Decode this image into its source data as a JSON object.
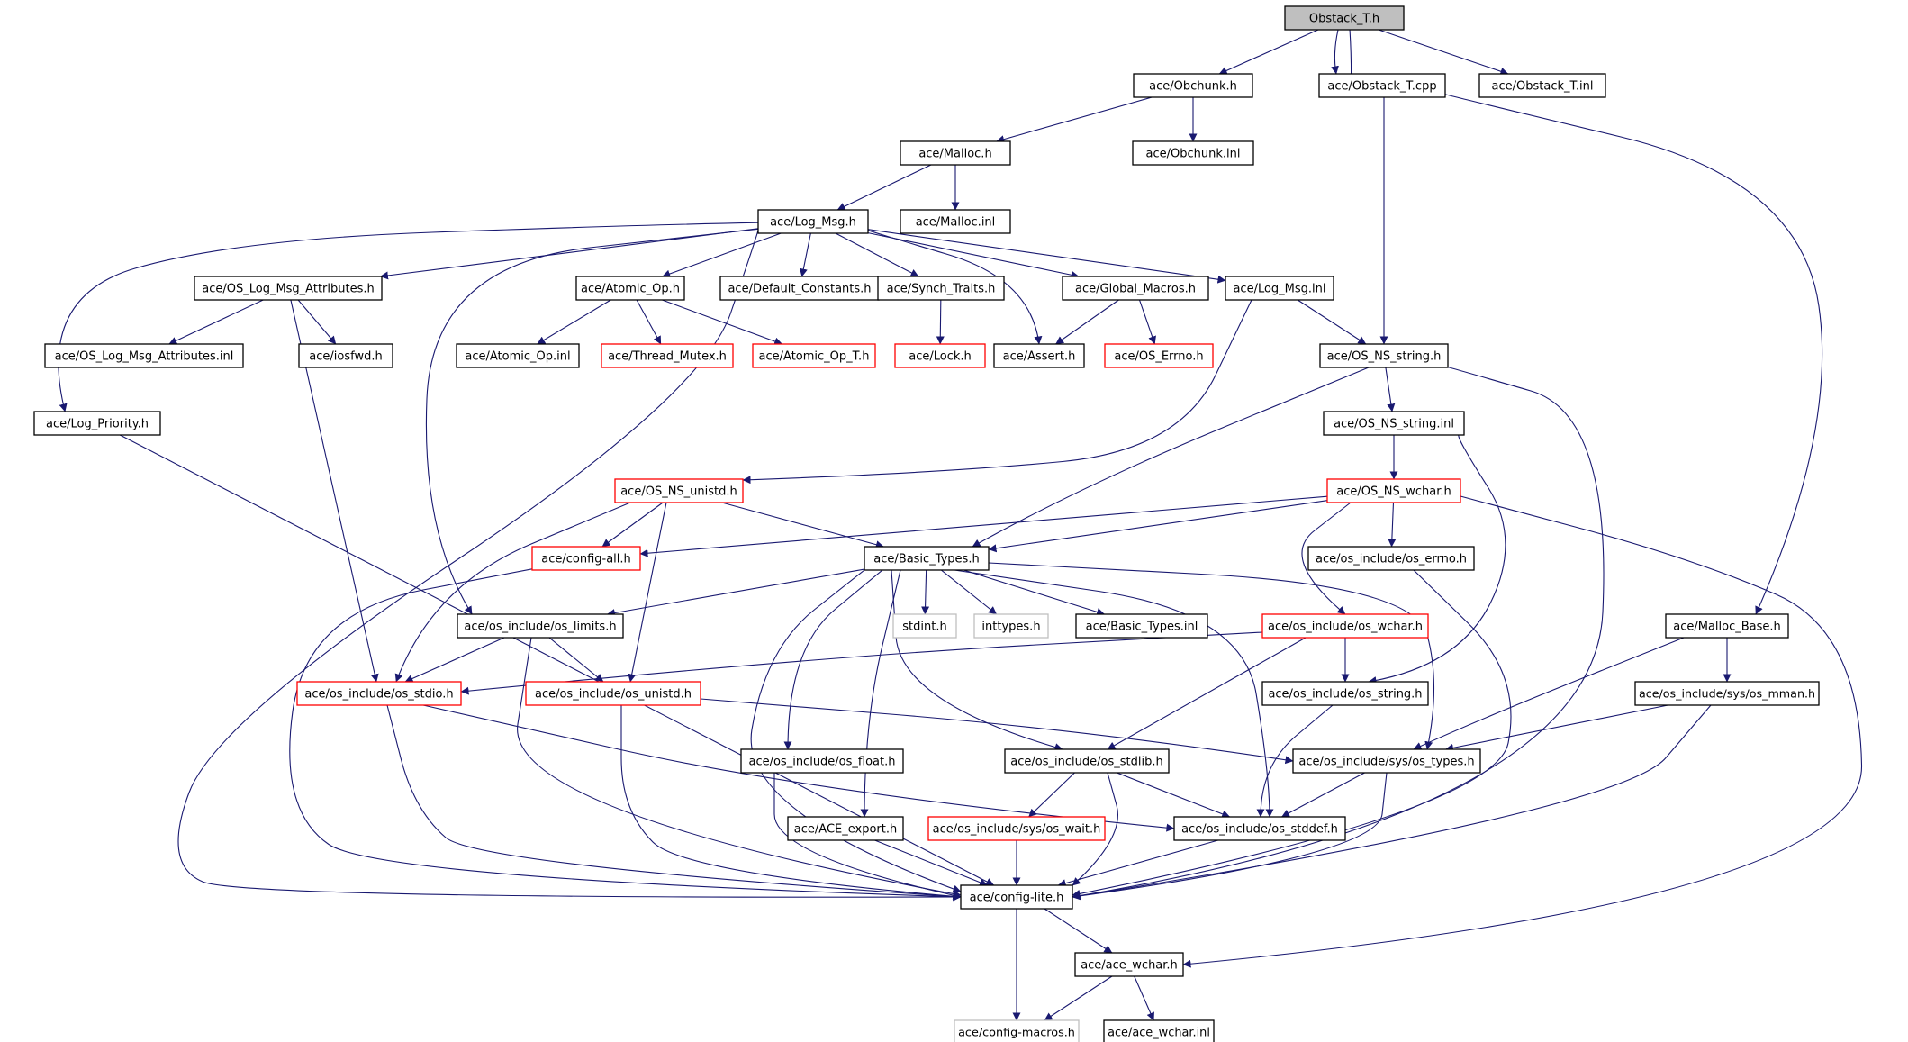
{
  "colors": {
    "edge": "#191970",
    "border_normal": "#000000",
    "border_truncated": "#ff0000",
    "border_external": "#bfbfbf",
    "fill_root": "#bfbfbf",
    "fill_default": "#ffffff"
  },
  "nodes": [
    {
      "id": "obstack_t_h",
      "label": "Obstack_T.h",
      "kind": "root"
    },
    {
      "id": "obchunk_h",
      "label": "ace/Obchunk.h",
      "kind": "normal"
    },
    {
      "id": "obstack_t_cpp",
      "label": "ace/Obstack_T.cpp",
      "kind": "normal"
    },
    {
      "id": "obstack_t_inl",
      "label": "ace/Obstack_T.inl",
      "kind": "normal"
    },
    {
      "id": "malloc_h",
      "label": "ace/Malloc.h",
      "kind": "normal"
    },
    {
      "id": "obchunk_inl",
      "label": "ace/Obchunk.inl",
      "kind": "normal"
    },
    {
      "id": "log_msg_h",
      "label": "ace/Log_Msg.h",
      "kind": "normal"
    },
    {
      "id": "malloc_inl",
      "label": "ace/Malloc.inl",
      "kind": "normal"
    },
    {
      "id": "os_log_msg_attributes_h",
      "label": "ace/OS_Log_Msg_Attributes.h",
      "kind": "normal"
    },
    {
      "id": "atomic_op_h",
      "label": "ace/Atomic_Op.h",
      "kind": "normal"
    },
    {
      "id": "default_constants_h",
      "label": "ace/Default_Constants.h",
      "kind": "normal"
    },
    {
      "id": "synch_traits_h",
      "label": "ace/Synch_Traits.h",
      "kind": "normal"
    },
    {
      "id": "global_macros_h",
      "label": "ace/Global_Macros.h",
      "kind": "normal"
    },
    {
      "id": "log_msg_inl",
      "label": "ace/Log_Msg.inl",
      "kind": "normal"
    },
    {
      "id": "os_log_msg_attributes_inl",
      "label": "ace/OS_Log_Msg_Attributes.inl",
      "kind": "normal"
    },
    {
      "id": "iosfwd_h",
      "label": "ace/iosfwd.h",
      "kind": "normal"
    },
    {
      "id": "atomic_op_inl",
      "label": "ace/Atomic_Op.inl",
      "kind": "normal"
    },
    {
      "id": "thread_mutex_h",
      "label": "ace/Thread_Mutex.h",
      "kind": "truncated"
    },
    {
      "id": "atomic_op_t_h",
      "label": "ace/Atomic_Op_T.h",
      "kind": "truncated"
    },
    {
      "id": "lock_h",
      "label": "ace/Lock.h",
      "kind": "truncated"
    },
    {
      "id": "assert_h",
      "label": "ace/Assert.h",
      "kind": "normal"
    },
    {
      "id": "os_errno_h",
      "label": "ace/OS_Errno.h",
      "kind": "truncated"
    },
    {
      "id": "os_ns_string_h",
      "label": "ace/OS_NS_string.h",
      "kind": "normal"
    },
    {
      "id": "log_priority_h",
      "label": "ace/Log_Priority.h",
      "kind": "normal"
    },
    {
      "id": "os_ns_string_inl",
      "label": "ace/OS_NS_string.inl",
      "kind": "normal"
    },
    {
      "id": "os_ns_unistd_h",
      "label": "ace/OS_NS_unistd.h",
      "kind": "truncated"
    },
    {
      "id": "os_ns_wchar_h",
      "label": "ace/OS_NS_wchar.h",
      "kind": "truncated"
    },
    {
      "id": "config_all_h",
      "label": "ace/config-all.h",
      "kind": "truncated"
    },
    {
      "id": "basic_types_h",
      "label": "ace/Basic_Types.h",
      "kind": "normal"
    },
    {
      "id": "os_errno_inc_h",
      "label": "ace/os_include/os_errno.h",
      "kind": "normal"
    },
    {
      "id": "os_limits_h",
      "label": "ace/os_include/os_limits.h",
      "kind": "normal"
    },
    {
      "id": "stdint_h",
      "label": "stdint.h",
      "kind": "external"
    },
    {
      "id": "inttypes_h",
      "label": "inttypes.h",
      "kind": "external"
    },
    {
      "id": "basic_types_inl",
      "label": "ace/Basic_Types.inl",
      "kind": "normal"
    },
    {
      "id": "os_wchar_inc_h",
      "label": "ace/os_include/os_wchar.h",
      "kind": "truncated"
    },
    {
      "id": "malloc_base_h",
      "label": "ace/Malloc_Base.h",
      "kind": "normal"
    },
    {
      "id": "os_stdio_h",
      "label": "ace/os_include/os_stdio.h",
      "kind": "truncated"
    },
    {
      "id": "os_unistd_inc_h",
      "label": "ace/os_include/os_unistd.h",
      "kind": "truncated"
    },
    {
      "id": "os_string_inc_h",
      "label": "ace/os_include/os_string.h",
      "kind": "normal"
    },
    {
      "id": "os_mman_h",
      "label": "ace/os_include/sys/os_mman.h",
      "kind": "normal"
    },
    {
      "id": "os_float_h",
      "label": "ace/os_include/os_float.h",
      "kind": "normal"
    },
    {
      "id": "os_stdlib_h",
      "label": "ace/os_include/os_stdlib.h",
      "kind": "normal"
    },
    {
      "id": "os_types_h",
      "label": "ace/os_include/sys/os_types.h",
      "kind": "normal"
    },
    {
      "id": "ace_export_h",
      "label": "ace/ACE_export.h",
      "kind": "normal"
    },
    {
      "id": "os_wait_h",
      "label": "ace/os_include/sys/os_wait.h",
      "kind": "truncated"
    },
    {
      "id": "os_stddef_h",
      "label": "ace/os_include/os_stddef.h",
      "kind": "normal"
    },
    {
      "id": "config_lite_h",
      "label": "ace/config-lite.h",
      "kind": "normal"
    },
    {
      "id": "ace_wchar_h",
      "label": "ace/ace_wchar.h",
      "kind": "normal"
    },
    {
      "id": "config_macros_h",
      "label": "ace/config-macros.h",
      "kind": "external"
    },
    {
      "id": "ace_wchar_inl",
      "label": "ace/ace_wchar.inl",
      "kind": "normal"
    }
  ],
  "edges": [
    [
      "obstack_t_h",
      "obchunk_h"
    ],
    [
      "obstack_t_h",
      "obstack_t_cpp"
    ],
    [
      "obstack_t_h",
      "obstack_t_inl"
    ],
    [
      "obstack_t_cpp",
      "obstack_t_h"
    ],
    [
      "obstack_t_cpp",
      "os_ns_string_h"
    ],
    [
      "obstack_t_cpp",
      "malloc_base_h"
    ],
    [
      "obchunk_h",
      "malloc_h"
    ],
    [
      "obchunk_h",
      "obchunk_inl"
    ],
    [
      "malloc_h",
      "log_msg_h"
    ],
    [
      "malloc_h",
      "malloc_inl"
    ],
    [
      "log_msg_h",
      "os_log_msg_attributes_h"
    ],
    [
      "log_msg_h",
      "atomic_op_h"
    ],
    [
      "log_msg_h",
      "default_constants_h"
    ],
    [
      "log_msg_h",
      "synch_traits_h"
    ],
    [
      "log_msg_h",
      "global_macros_h"
    ],
    [
      "log_msg_h",
      "log_msg_inl"
    ],
    [
      "log_msg_h",
      "assert_h"
    ],
    [
      "log_msg_h",
      "log_priority_h"
    ],
    [
      "log_msg_h",
      "os_limits_h"
    ],
    [
      "log_msg_h",
      "config_lite_h"
    ],
    [
      "os_log_msg_attributes_h",
      "os_log_msg_attributes_inl"
    ],
    [
      "os_log_msg_attributes_h",
      "iosfwd_h"
    ],
    [
      "os_log_msg_attributes_h",
      "os_stdio_h"
    ],
    [
      "atomic_op_h",
      "atomic_op_inl"
    ],
    [
      "atomic_op_h",
      "thread_mutex_h"
    ],
    [
      "atomic_op_h",
      "atomic_op_t_h"
    ],
    [
      "synch_traits_h",
      "lock_h"
    ],
    [
      "global_macros_h",
      "assert_h"
    ],
    [
      "global_macros_h",
      "os_errno_h"
    ],
    [
      "log_msg_inl",
      "os_ns_string_h"
    ],
    [
      "log_msg_inl",
      "os_ns_unistd_h"
    ],
    [
      "os_ns_string_h",
      "os_ns_string_inl"
    ],
    [
      "os_ns_string_h",
      "basic_types_h"
    ],
    [
      "os_ns_string_h",
      "config_lite_h"
    ],
    [
      "os_ns_string_inl",
      "os_ns_wchar_h"
    ],
    [
      "os_ns_string_inl",
      "os_string_inc_h"
    ],
    [
      "log_priority_h",
      "config_lite_h"
    ],
    [
      "os_ns_unistd_h",
      "config_all_h"
    ],
    [
      "os_ns_unistd_h",
      "basic_types_h"
    ],
    [
      "os_ns_unistd_h",
      "os_stdio_h"
    ],
    [
      "os_ns_unistd_h",
      "os_unistd_inc_h"
    ],
    [
      "os_ns_wchar_h",
      "config_all_h"
    ],
    [
      "os_ns_wchar_h",
      "basic_types_h"
    ],
    [
      "os_ns_wchar_h",
      "os_errno_inc_h"
    ],
    [
      "os_ns_wchar_h",
      "os_wchar_inc_h"
    ],
    [
      "os_ns_wchar_h",
      "ace_wchar_h"
    ],
    [
      "config_all_h",
      "config_lite_h"
    ],
    [
      "basic_types_h",
      "os_limits_h"
    ],
    [
      "basic_types_h",
      "stdint_h"
    ],
    [
      "basic_types_h",
      "inttypes_h"
    ],
    [
      "basic_types_h",
      "basic_types_inl"
    ],
    [
      "basic_types_h",
      "os_float_h"
    ],
    [
      "basic_types_h",
      "ace_export_h"
    ],
    [
      "basic_types_h",
      "os_stdlib_h"
    ],
    [
      "basic_types_h",
      "os_types_h"
    ],
    [
      "basic_types_h",
      "os_stddef_h"
    ],
    [
      "basic_types_h",
      "config_lite_h"
    ],
    [
      "os_errno_inc_h",
      "config_lite_h"
    ],
    [
      "os_limits_h",
      "os_stdio_h"
    ],
    [
      "os_limits_h",
      "os_unistd_inc_h"
    ],
    [
      "os_limits_h",
      "config_lite_h"
    ],
    [
      "os_wchar_inc_h",
      "os_stdio_h"
    ],
    [
      "os_wchar_inc_h",
      "os_string_inc_h"
    ],
    [
      "os_wchar_inc_h",
      "os_stdlib_h"
    ],
    [
      "malloc_base_h",
      "os_mman_h"
    ],
    [
      "malloc_base_h",
      "os_types_h"
    ],
    [
      "os_stdio_h",
      "os_stddef_h"
    ],
    [
      "os_stdio_h",
      "config_lite_h"
    ],
    [
      "os_unistd_inc_h",
      "os_types_h"
    ],
    [
      "os_unistd_inc_h",
      "config_lite_h"
    ],
    [
      "os_string_inc_h",
      "os_stddef_h"
    ],
    [
      "os_mman_h",
      "os_types_h"
    ],
    [
      "os_mman_h",
      "config_lite_h"
    ],
    [
      "os_float_h",
      "config_lite_h"
    ],
    [
      "os_stdlib_h",
      "os_wait_h"
    ],
    [
      "os_stdlib_h",
      "os_stddef_h"
    ],
    [
      "os_stdlib_h",
      "config_lite_h"
    ],
    [
      "os_types_h",
      "os_stddef_h"
    ],
    [
      "os_types_h",
      "config_lite_h"
    ],
    [
      "ace_export_h",
      "config_lite_h"
    ],
    [
      "os_wait_h",
      "config_lite_h"
    ],
    [
      "os_stddef_h",
      "config_lite_h"
    ],
    [
      "config_lite_h",
      "ace_wchar_h"
    ],
    [
      "config_lite_h",
      "config_macros_h"
    ],
    [
      "ace_wchar_h",
      "config_macros_h"
    ],
    [
      "ace_wchar_h",
      "ace_wchar_inl"
    ]
  ]
}
